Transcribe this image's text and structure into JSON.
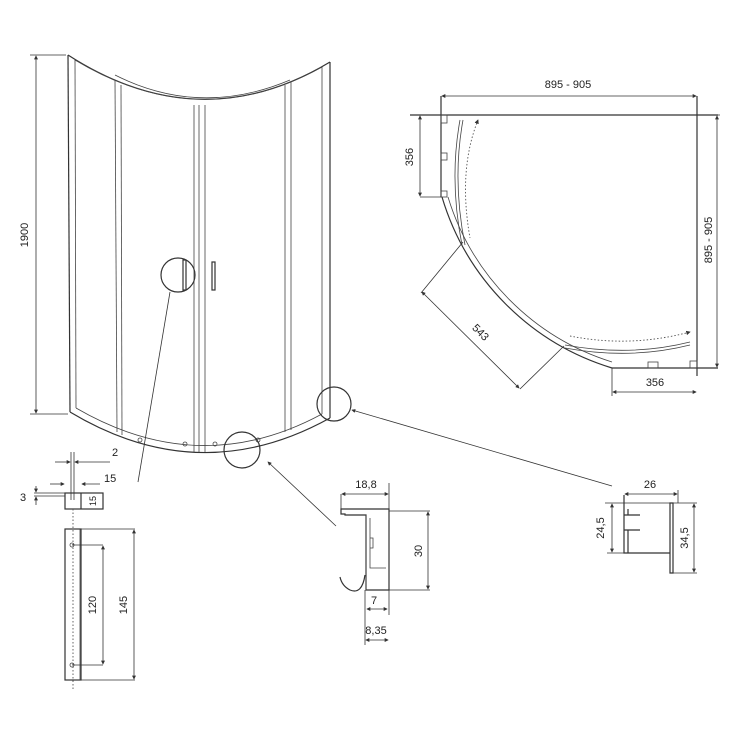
{
  "front_view": {
    "height_label": "1900"
  },
  "plan_view": {
    "width_label": "895 - 905",
    "depth_label": "895 - 905",
    "side_left_label": "356",
    "side_bottom_label": "356",
    "door_opening_label": "543"
  },
  "handle_detail": {
    "gap_label": "2",
    "width_label": "15",
    "offset_label": "3",
    "depth_label": "15",
    "hole_spacing_label": "120",
    "length_label": "145"
  },
  "bottom_profile_detail": {
    "width_label": "18,8",
    "height_label": "30",
    "inner_label": "7",
    "base_label": "8,35"
  },
  "wall_profile_detail": {
    "width_label": "26",
    "inner_height_label": "24,5",
    "outer_height_label": "34,5"
  }
}
